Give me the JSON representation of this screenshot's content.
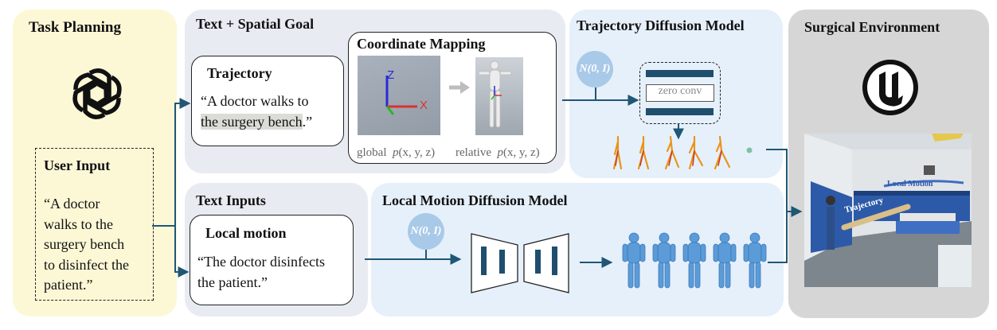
{
  "task_planning": {
    "title": "Task Planning",
    "user_input_title": "User Input",
    "user_input_lines": [
      "“A doctor",
      "walks to the",
      "surgery bench",
      "to disinfect the",
      "patient.”"
    ]
  },
  "text_spatial_goal": {
    "title": "Text + Spatial Goal",
    "trajectory_title": "Trajectory",
    "trajectory_line1": "“A doctor walks to",
    "trajectory_line2_highlight": "the surgery bench",
    "trajectory_line2_rest": ".”",
    "coord_title": "Coordinate Mapping",
    "axis_z": "Z",
    "axis_x": "X",
    "global_label": "global",
    "relative_label": "relative",
    "p_symbol": "p",
    "p_args": "(x, y, z)"
  },
  "trajectory_diffusion": {
    "title": "Trajectory Diffusion Model",
    "noise_label": "N(0, I)",
    "zero_conv_label": "zero conv"
  },
  "text_inputs": {
    "title": "Text Inputs",
    "local_motion_title": "Local motion",
    "local_motion_lines": [
      "“The doctor disinfects",
      "the patient.”"
    ]
  },
  "local_motion_diffusion": {
    "title": "Local Motion Diffusion Model",
    "noise_label": "N(0, I)"
  },
  "surgical_environment": {
    "title": "Surgical Environment",
    "scene_trajectory_label": "Trajectory",
    "scene_local_motion_label": "Local Motion"
  },
  "colors": {
    "task_planning_bg": "#fcf8d6",
    "spatial_bg": "#e9ebf3",
    "traj_diffusion_bg": "#e6f0fa",
    "local_diffusion_bg": "#e6f0fa",
    "surgical_bg": "#d6d6d6",
    "arrow": "#1f5775",
    "noise_circle": "#a9c9e8"
  }
}
